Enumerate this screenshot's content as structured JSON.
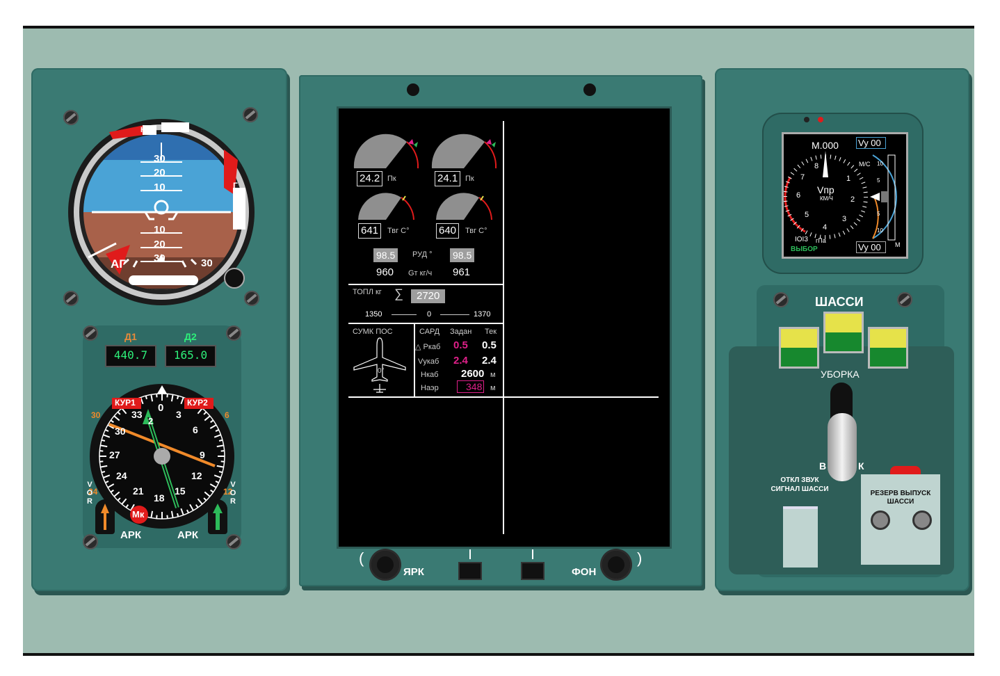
{
  "attitude": {
    "flag_k": "К",
    "flag_g": "Г",
    "flag_ag": "АГ",
    "pitch_up": [
      "30",
      "20",
      "10"
    ],
    "pitch_down": [
      "10",
      "20",
      "30"
    ],
    "scale_30": "30"
  },
  "hsi": {
    "d1_label": "Д1",
    "d2_label": "Д2",
    "d1_value": "440.7",
    "d2_value": "165.0",
    "kur1": "КУР1",
    "kur2": "КУР2",
    "mk": "Мк",
    "ark_left": "АРК",
    "ark_right": "АРК",
    "vor_left": "VOR",
    "vor_right": "VOR",
    "rose": [
      "0",
      "3",
      "6",
      "9",
      "12",
      "15",
      "18",
      "21",
      "24",
      "27",
      "30",
      "33"
    ],
    "outer_left_30": "30",
    "outer_right_6": "6",
    "outer_left_24": "24",
    "outer_right_12": "12",
    "course_2": "2"
  },
  "mfd": {
    "pk_left": "24.2",
    "pk_right": "24.1",
    "pk_unit": "Пк",
    "tvg_left": "641",
    "tvg_right": "640",
    "tvg_unit": "Твг С°",
    "rud_left": "98.5",
    "rud_right": "98.5",
    "rud_label": "РУД °",
    "gt_left": "960",
    "gt_right": "961",
    "gt_label": "Gт кг/ч",
    "fuel_label": "ТОПЛ кг",
    "sigma": "∑",
    "fuel_total": "2720",
    "fuel_left": "1350",
    "fuel_mid": "0",
    "fuel_right": "1370",
    "sumk_label": "СУМК ПОС",
    "aircraft_angle": "0°",
    "sard": {
      "col_sard": "САРД",
      "col_set": "Задан",
      "col_cur": "Тек",
      "rows": [
        {
          "label": "△ Ркаб",
          "set": "0.5",
          "cur": "0.5",
          "unit": ""
        },
        {
          "label": "Vукаб",
          "set": "2.4",
          "cur": "2.4",
          "unit": ""
        },
        {
          "label": "Нкаб",
          "set": "",
          "cur": "2600",
          "unit": "м"
        },
        {
          "label": "Наэр",
          "set": "",
          "cur": "348",
          "unit": "м"
        }
      ]
    },
    "bright_label": "ЯРК",
    "bg_label": "ФОН"
  },
  "airspeed": {
    "mach": "M.000",
    "vy_top": "Vy  00",
    "vy_bottom": "Vy  00",
    "vnp": "Vпр",
    "unit": "КМ/Ч",
    "pressure": "IOI3",
    "pressure_unit": "гПа",
    "select": "ВЫБОР",
    "ms": "М/С",
    "m": "М",
    "dial": [
      "1",
      "2",
      "3",
      "4",
      "5",
      "6",
      "7",
      "8"
    ],
    "vs_scale": [
      "10",
      "5",
      "5",
      "10"
    ]
  },
  "gear": {
    "title": "ШАССИ",
    "retract": "УБОРКА",
    "v": "В",
    "k": "К",
    "mute": "ОТКЛ ЗВУК\nСИГНАЛ ШАССИ",
    "reserve": "РЕЗЕРВ ВЫПУСК\nШАССИ"
  },
  "colors": {
    "panel": "#3a7a73",
    "background": "#9dbbb0",
    "magenta": "#e0208a",
    "lamp_yellow": "#e6e24a",
    "lamp_green": "#17882e"
  }
}
